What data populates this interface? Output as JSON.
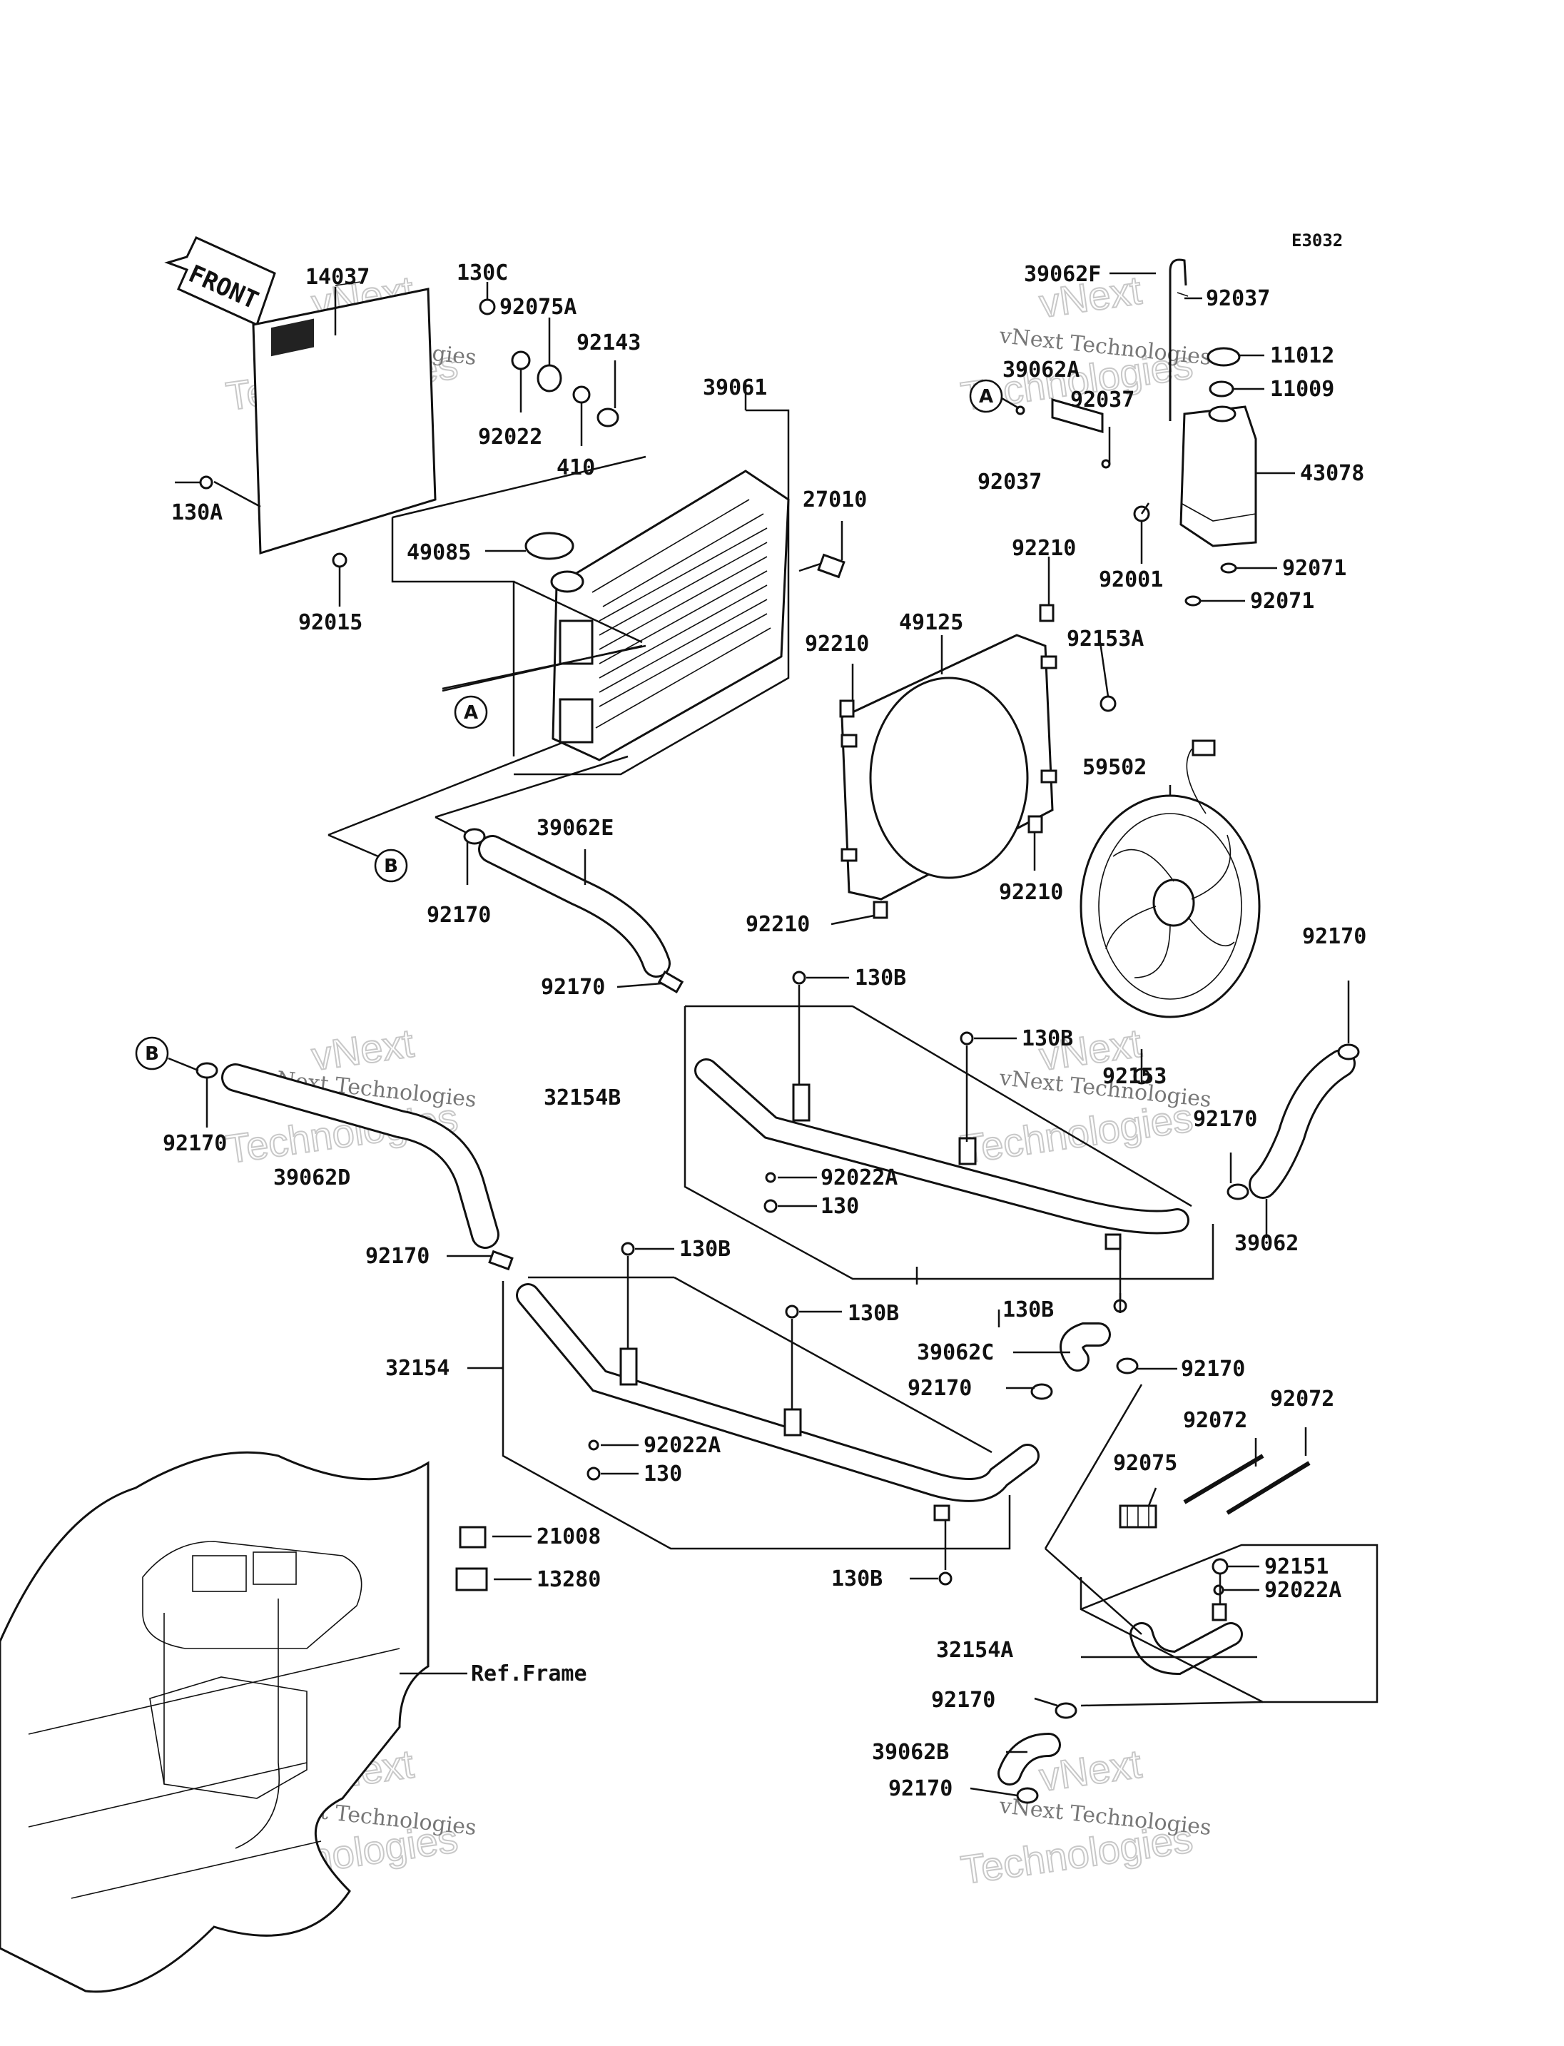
{
  "diagram_code": "E3032",
  "front_arrow_text": "FRONT",
  "ref_frame_label": "Ref.Frame",
  "watermark": {
    "line1": "vNext Technologies",
    "line2": "vNext",
    "line3": "Technologies"
  },
  "callouts": {
    "A": "A",
    "B": "B"
  },
  "part_labels": {
    "p14037": "14037",
    "p130C": "130C",
    "p92075A": "92075A",
    "p92143": "92143",
    "p92022_top": "92022",
    "p410": "410",
    "p39061": "39061",
    "p130A": "130A",
    "p92015": "92015",
    "p49085": "49085",
    "p27010": "27010",
    "p39062F": "39062F",
    "p92037_a": "92037",
    "p11012": "11012",
    "p39062A": "39062A",
    "p11009": "11009",
    "p92037_b": "92037",
    "p92037_c": "92037",
    "p43078": "43078",
    "p92210_a": "92210",
    "p92001": "92001",
    "p92071_a": "92071",
    "p92071_b": "92071",
    "p49125": "49125",
    "p92210_b": "92210",
    "p92153A": "92153A",
    "p59502": "59502",
    "p92210_c": "92210",
    "p92210_d": "92210",
    "p39062E": "39062E",
    "p92170_a": "92170",
    "p92170_b": "92170",
    "p130B_a": "130B",
    "p92170_c": "92170",
    "p130B_b": "130B",
    "p92153": "92153",
    "p92170_d": "92170",
    "p32154B": "32154B",
    "p92170_e": "92170",
    "p39062D": "39062D",
    "p92022A_a": "92022A",
    "p130_a": "130",
    "p39062": "39062",
    "p92170_f": "92170",
    "p130B_c": "130B",
    "p130B_d": "130B",
    "p130B_e": "130B",
    "p32154": "32154",
    "p39062C": "39062C",
    "p92170_g": "92170",
    "p92170_h": "92170",
    "p92072_a": "92072",
    "p92072_b": "92072",
    "p92022A_b": "92022A",
    "p130_b": "130",
    "p92075": "92075",
    "p21008": "21008",
    "p13280": "13280",
    "p130B_f": "130B",
    "p92151": "92151",
    "p92022A_c": "92022A",
    "p32154A": "32154A",
    "p92170_i": "92170",
    "p39062B": "39062B",
    "p92170_j": "92170"
  }
}
